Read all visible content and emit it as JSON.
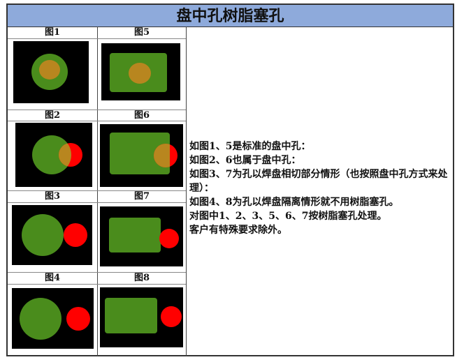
{
  "title": "盘中孔树脂塞孔",
  "figures": {
    "f1": "图1",
    "f2": "图2",
    "f3": "图3",
    "f4": "图4",
    "f5": "图5",
    "f6": "图6",
    "f7": "图7",
    "f8": "图8"
  },
  "description": [
    "如图1、5是标准的盘中孔：",
    "如图2、6也属于盘中孔：",
    "如图3、7为孔以焊盘相切部分情形（也按照盘中孔方式来处理）：",
    "如图4、8为孔以焊盘隔离情形就不用树脂塞孔。",
    "对图中1、2、3、5、6、7按树脂塞孔处理。",
    "客户有特殊要求除外。"
  ],
  "colors": {
    "pad": "#4a8c1c",
    "hole": "#ff0000",
    "overlap": "#b8861f",
    "background": "#000000",
    "header": "#8eaadb"
  }
}
